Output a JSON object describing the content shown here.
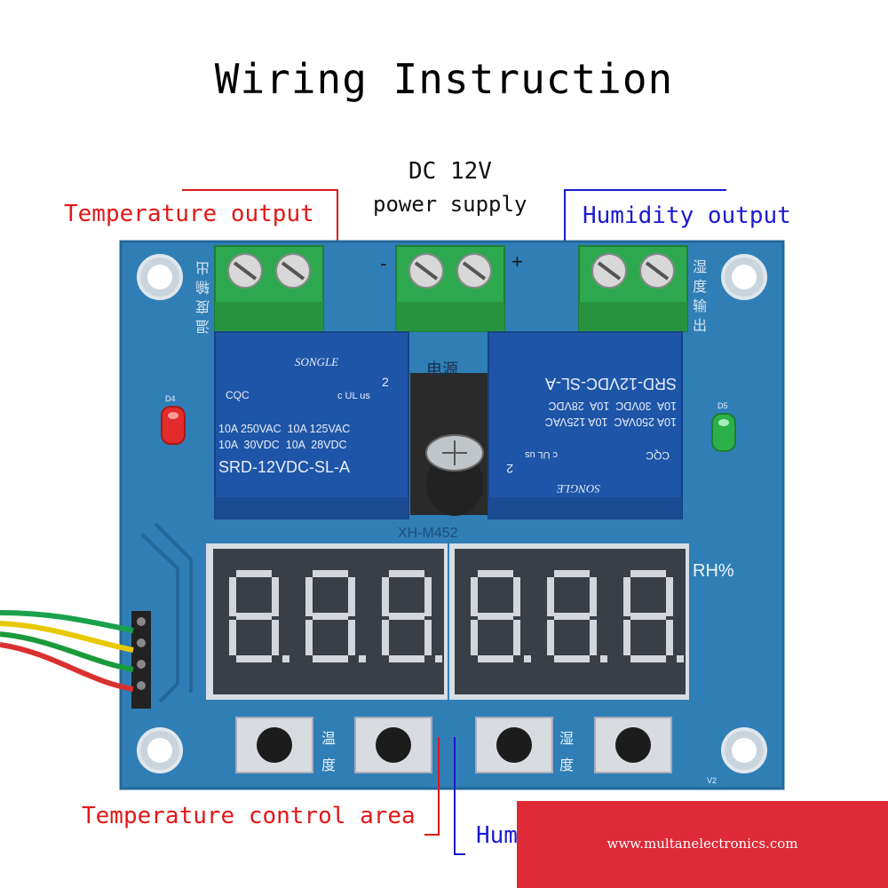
{
  "title": "Wiring Instruction",
  "labels": {
    "power_line1": "DC 12V",
    "power_line2": "power supply",
    "temp_output": "Temperature output",
    "humidity_output": "Humidity output",
    "temp_control": "Temperature control area",
    "humidity_control_partial": "Hum"
  },
  "board": {
    "model": "XH-M452",
    "version": "V2",
    "rh_unit": "RH%",
    "minus": "-",
    "plus": "+",
    "led_left": "D4",
    "led_right": "D5",
    "power_cn": "电源",
    "temp_out_cn": "温度输出",
    "hum_out_cn": "湿度输出",
    "temp_btn_cn_1": "温",
    "temp_btn_cn_2": "度",
    "hum_btn_cn_1": "湿",
    "hum_btn_cn_2": "度"
  },
  "relays": {
    "brand": "SONGLE",
    "model": "SRD-12VDC-SL-A",
    "rating_line1": "10A 250VAC  10A 125VAC",
    "rating_line2": "10A  30VDC  10A  28VDC",
    "marks": "CQC",
    "ul_mark": "c UL us",
    "ul_num": "2"
  },
  "watermark": "www.multanelectronics.com",
  "colors": {
    "board": "#2f7fb6",
    "board_dark": "#23689a",
    "terminal": "#2ea84f",
    "relay": "#1f55a8",
    "display": "#3a3f47",
    "callout_red": "#e01818",
    "callout_blue": "#1a1ad0",
    "watermark_bg": "#df2a37"
  }
}
